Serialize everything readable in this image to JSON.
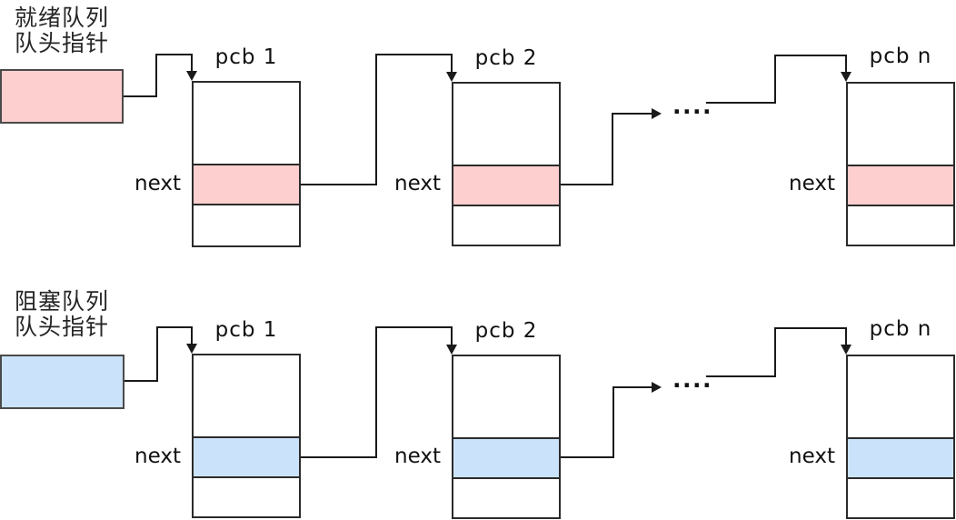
{
  "diagram": {
    "colors": {
      "line": "#1a1a1a",
      "pcb_border": "#2b2b2b",
      "ready_fill": "#fdcfce",
      "blocked_fill": "#cbe3fa",
      "background": "#ffffff"
    },
    "queues": [
      {
        "name": "ready-queue",
        "head_label_line1": "就绪队列",
        "head_label_line2": "队头指针",
        "fill_color": "#fdcfce",
        "next_label": "next",
        "ellipsis": "....",
        "nodes": [
          {
            "title": "pcb 1"
          },
          {
            "title": "pcb 2"
          },
          {
            "title": "pcb n"
          }
        ]
      },
      {
        "name": "blocked-queue",
        "head_label_line1": "阻塞队列",
        "head_label_line2": "队头指针",
        "fill_color": "#cbe3fa",
        "next_label": "next",
        "ellipsis": "....",
        "nodes": [
          {
            "title": "pcb 1"
          },
          {
            "title": "pcb 2"
          },
          {
            "title": "pcb n"
          }
        ]
      }
    ]
  }
}
